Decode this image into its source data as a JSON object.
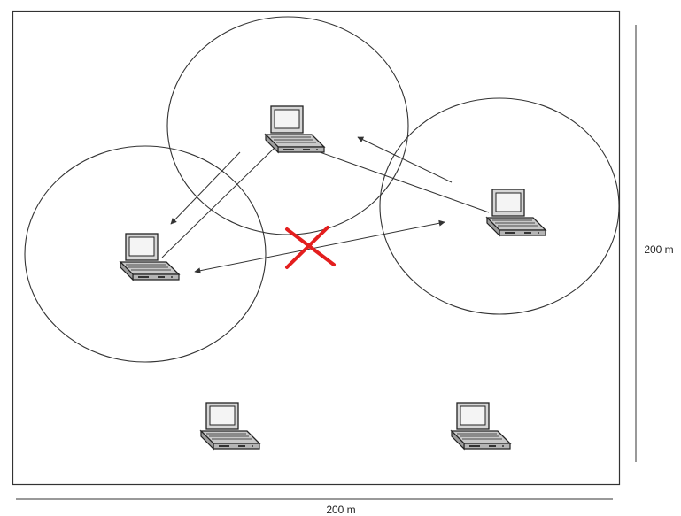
{
  "diagram": {
    "width_label": "200 m",
    "height_label": "200 m",
    "colors": {
      "line": "#333333",
      "blocked_mark": "#e31e1e",
      "laptop_body": "#cfcfcf",
      "laptop_screen": "#f2f2f2"
    },
    "nodes": [
      {
        "id": "node-top",
        "icon": "laptop-icon",
        "range_circle": true
      },
      {
        "id": "node-left",
        "icon": "laptop-icon",
        "range_circle": true
      },
      {
        "id": "node-right",
        "icon": "laptop-icon",
        "range_circle": true
      },
      {
        "id": "node-bottom-left",
        "icon": "laptop-icon",
        "range_circle": false
      },
      {
        "id": "node-bottom-right",
        "icon": "laptop-icon",
        "range_circle": false
      }
    ],
    "links": [
      {
        "from": "node-right",
        "to": "node-top",
        "type": "connection"
      },
      {
        "from": "node-top",
        "to": "node-left",
        "type": "connection"
      },
      {
        "from": "node-left",
        "to": "node-right",
        "type": "blocked"
      }
    ],
    "blocked_icon": "red-x-icon"
  }
}
